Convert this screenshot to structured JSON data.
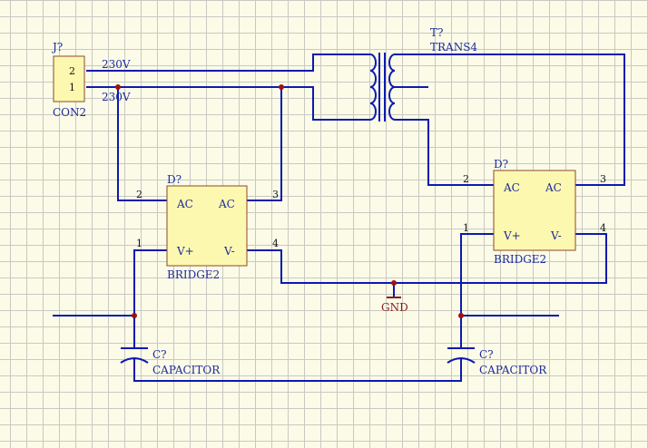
{
  "colors": {
    "wire": "#0b1ab0",
    "component_fill": "#fdf8b0",
    "component_stroke": "#8a4a2a",
    "junction": "#a01010",
    "gnd": "#8a1a1a",
    "label": "#1c2a9e",
    "grid": "#c9c9c2",
    "background": "#fbfbe8"
  },
  "connector": {
    "designator": "J?",
    "value": "CON2",
    "pin_top": "2",
    "pin_bottom": "1",
    "net_top": "230V",
    "net_bottom": "230V"
  },
  "transformer": {
    "designator": "T?",
    "value": "TRANS4"
  },
  "bridge_left": {
    "designator": "D?",
    "value": "BRIDGE2",
    "ac1": "AC",
    "ac2": "AC",
    "vplus": "V+",
    "vminus": "V-",
    "pin_ac1": "2",
    "pin_ac2": "3",
    "pin_vplus": "1",
    "pin_vminus": "4"
  },
  "bridge_right": {
    "designator": "D?",
    "value": "BRIDGE2",
    "ac1": "AC",
    "ac2": "AC",
    "vplus": "V+",
    "vminus": "V-",
    "pin_ac1": "2",
    "pin_ac2": "3",
    "pin_vplus": "1",
    "pin_vminus": "4"
  },
  "ground": {
    "label": "GND"
  },
  "capacitor_left": {
    "designator": "C?",
    "value": "CAPACITOR"
  },
  "capacitor_right": {
    "designator": "C?",
    "value": "CAPACITOR"
  }
}
